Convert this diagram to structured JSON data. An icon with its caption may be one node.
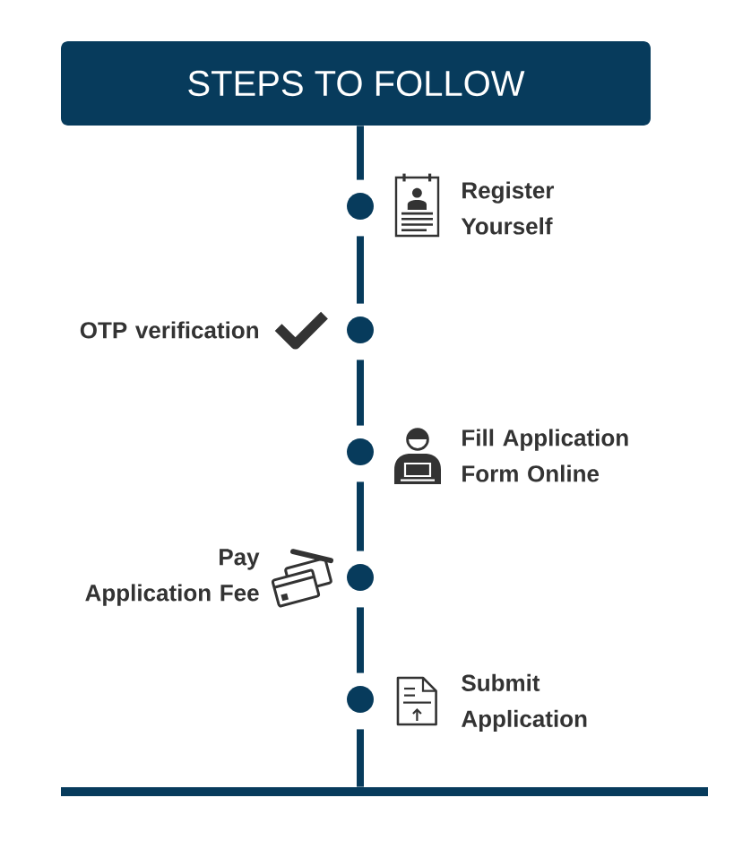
{
  "diagram": {
    "nodes": [
      {
        "text": [
          "STEPS TO FOLLOW"
        ]
      },
      {
        "text": [],
        "shape": "circle",
        "beside": [
          "Register Yourself"
        ]
      },
      {
        "text": [],
        "shape": "circle",
        "beside": [
          "OTP verification"
        ]
      },
      {
        "text": [],
        "shape": "circle",
        "beside": [
          "Fill Application Form Online"
        ]
      },
      {
        "text": [],
        "shape": "circle",
        "beside": [
          "Pay Application Fee"
        ]
      },
      {
        "text": [],
        "shape": "circle",
        "beside": [
          "Submit Application"
        ]
      },
      {
        "text": [],
        "shape": "bar"
      }
    ],
    "edges": [
      {
        "from": 0,
        "to": 1,
        "arrow": "none"
      },
      {
        "from": 1,
        "to": 2,
        "arrow": "none"
      },
      {
        "from": 2,
        "to": 3,
        "arrow": "none"
      },
      {
        "from": 3,
        "to": 4,
        "arrow": "none"
      },
      {
        "from": 4,
        "to": 5,
        "arrow": "none"
      },
      {
        "from": 5,
        "to": 6,
        "arrow": "none"
      }
    ]
  }
}
